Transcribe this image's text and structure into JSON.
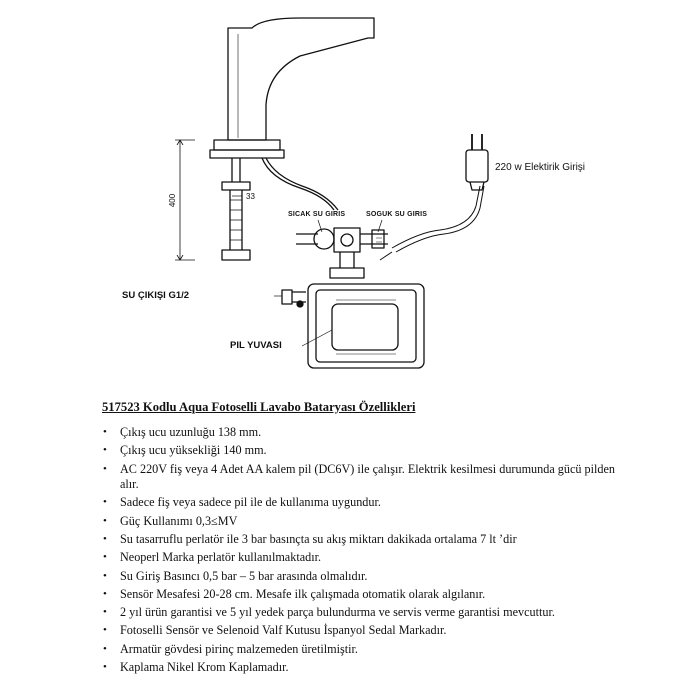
{
  "diagram": {
    "labels": {
      "hot_inlet": "SICAK SU GIRIS",
      "cold_inlet": "SOGUK SU GIRIS",
      "power_inlet": "220 w Elektirik Girişi",
      "water_outlet": "SU ÇIKIŞI G1/2",
      "battery_slot": "PIL YUVASI"
    },
    "dimensions": {
      "height": "400",
      "thread": "33"
    }
  },
  "specs": {
    "title": "517523 Kodlu Aqua Fotoselli Lavabo Bataryası Özellikleri",
    "bullet_symbol": "•",
    "items": [
      "Çıkış ucu uzunluğu 138 mm.",
      "Çıkış ucu yüksekliği 140 mm.",
      "AC 220V fiş veya 4 Adet AA kalem pil (DC6V) ile çalışır. Elektrik kesilmesi durumunda gücü pilden alır.",
      "Sadece fiş veya sadece pil ile de kullanıma uygundur.",
      "Güç Kullanımı 0,3≤MV",
      "Su tasarruflu perlatör ile 3 bar basınçta su akış miktarı dakikada ortalama 7 lt ’dir",
      "Neoperl Marka perlatör kullanılmaktadır.",
      "Su Giriş Basıncı 0,5 bar – 5 bar arasında olmalıdır.",
      "Sensör Mesafesi 20-28 cm. Mesafe ilk çalışmada otomatik olarak algılanır.",
      "2 yıl ürün garantisi ve 5 yıl yedek parça bulundurma ve servis verme garantisi mevcuttur.",
      "Fotoselli Sensör ve Selenoid Valf Kutusu İspanyol Sedal Markadır.",
      "Armatür gövdesi pirinç malzemeden üretilmiştir.",
      "Kaplama Nikel Krom Kaplamadır."
    ]
  }
}
